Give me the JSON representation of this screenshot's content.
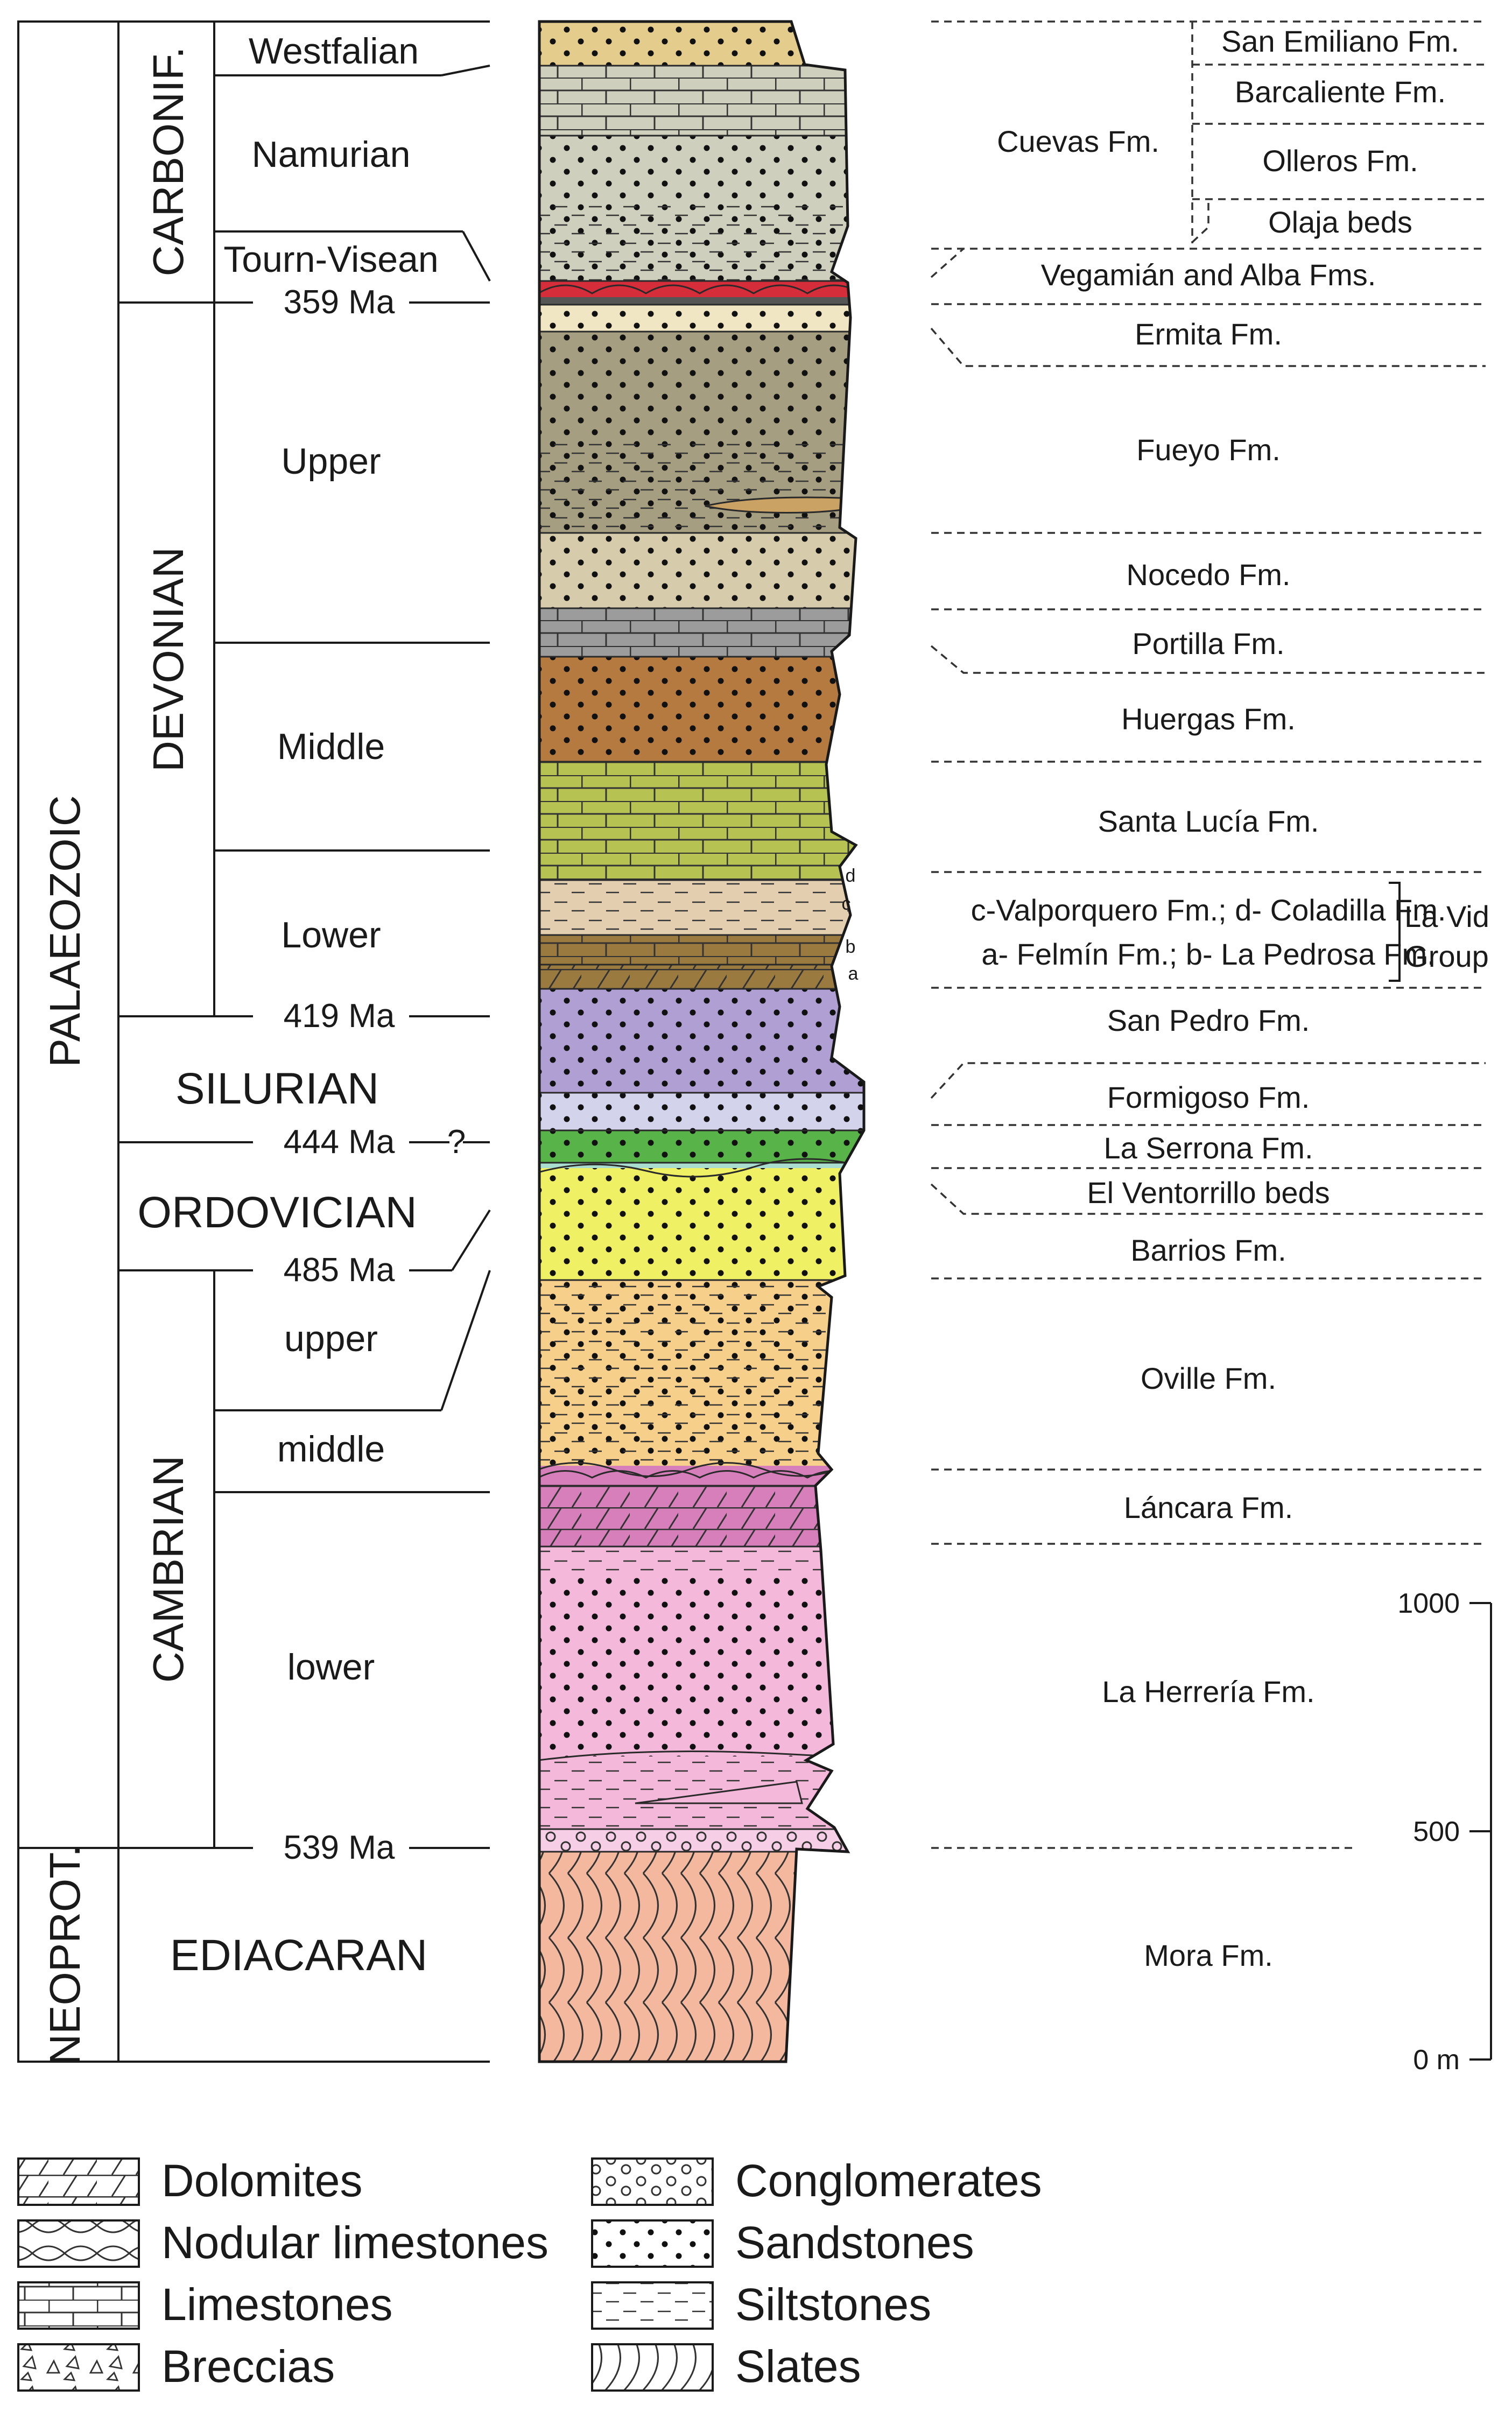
{
  "eras": [
    {
      "label": "PALAEOZOIC"
    },
    {
      "label": "NEOPROT."
    }
  ],
  "periods": [
    {
      "label": "CARBONIF."
    },
    {
      "label": "DEVONIAN"
    },
    {
      "label": "SILURIAN"
    },
    {
      "label": "ORDOVICIAN"
    },
    {
      "label": "CAMBRIAN"
    },
    {
      "label": "EDIACARAN"
    }
  ],
  "epochs": [
    {
      "label": "Westfalian"
    },
    {
      "label": "Namurian"
    },
    {
      "label": "Tourn-Visean"
    },
    {
      "label": "Upper"
    },
    {
      "label": "Middle"
    },
    {
      "label": "Lower"
    },
    {
      "label": "upper"
    },
    {
      "label": "middle"
    },
    {
      "label": "lower"
    }
  ],
  "ages": [
    {
      "label": "359 Ma"
    },
    {
      "label": "419 Ma"
    },
    {
      "label": "444 Ma"
    },
    {
      "label": "485 Ma"
    },
    {
      "label": "539 Ma"
    }
  ],
  "age_uncertain_mark": "?",
  "formations": [
    {
      "label": "San Emiliano Fm."
    },
    {
      "label": "Barcaliente Fm."
    },
    {
      "label": "Cuevas Fm."
    },
    {
      "label": "Olleros Fm."
    },
    {
      "label": "Olaja beds"
    },
    {
      "label": "Vegamián and Alba Fms."
    },
    {
      "label": "Ermita Fm."
    },
    {
      "label": "Fueyo Fm."
    },
    {
      "label": "Nocedo Fm."
    },
    {
      "label": "Portilla Fm."
    },
    {
      "label": "Huergas Fm."
    },
    {
      "label": "Santa Lucía Fm."
    },
    {
      "label": "c-Valporquero Fm.; d- Coladilla Fm."
    },
    {
      "label": "a- Felmín Fm.; b- La Pedrosa Fm."
    },
    {
      "label": "San Pedro Fm."
    },
    {
      "label": "Formigoso Fm."
    },
    {
      "label": "La Serrona Fm."
    },
    {
      "label": "El Ventorrillo beds"
    },
    {
      "label": "Barrios Fm."
    },
    {
      "label": "Oville Fm."
    },
    {
      "label": "Láncara Fm."
    },
    {
      "label": "La Herrería Fm."
    },
    {
      "label": "Mora Fm."
    }
  ],
  "group_label": {
    "line1": "La Vid",
    "line2": "Group"
  },
  "sub_unit_letters": [
    "d",
    "c",
    "b",
    "a"
  ],
  "scale_bar": {
    "labels": [
      "1000",
      "500",
      "0 m"
    ],
    "values_m": [
      1000,
      500,
      0
    ]
  },
  "legend": [
    {
      "label": "Dolomites",
      "pattern": "dolomite"
    },
    {
      "label": "Nodular limestones",
      "pattern": "nodular"
    },
    {
      "label": "Limestones",
      "pattern": "limestone"
    },
    {
      "label": "Breccias",
      "pattern": "breccia"
    },
    {
      "label": "Conglomerates",
      "pattern": "conglomerate"
    },
    {
      "label": "Sandstones",
      "pattern": "sandstone"
    },
    {
      "label": "Siltstones",
      "pattern": "siltstone"
    },
    {
      "label": "Slates",
      "pattern": "slate"
    }
  ],
  "colors": {
    "westfalian": "#e3cc8c",
    "carboniferous": "#cfcfbd",
    "nodular_red": "#d62d3a",
    "ermita": "#f1e6c4",
    "fueyo": "#a59e80",
    "nocedo": "#d6ccac",
    "portilla": "#9c9c9c",
    "huergas": "#b47a40",
    "santa_lucia": "#b6c353",
    "la_vid_upper": "#e3cfb0",
    "la_vid_lower": "#9b7a40",
    "san_pedro": "#b09fd3",
    "formigoso": "#d3d3ec",
    "la_serrona": "#58b448",
    "ventorrillo": "#a8ddd0",
    "barrios": "#f0f064",
    "oville": "#f6cf8a",
    "lancara": "#d77fba",
    "herreria": "#f3b8da",
    "mora": "#f4b89e",
    "conglomerate_base": "#f6cfe6"
  }
}
